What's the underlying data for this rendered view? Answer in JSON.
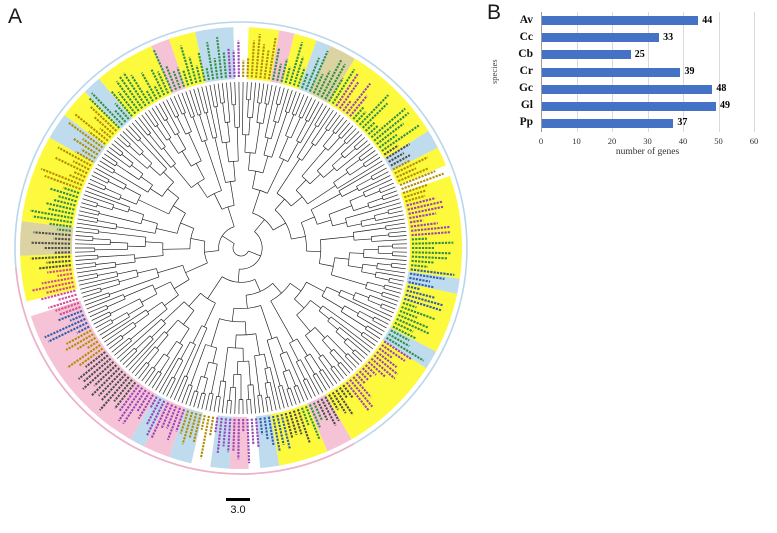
{
  "panels": {
    "a": {
      "label": "A",
      "scale_bar_label": "3.0"
    },
    "b": {
      "label": "B"
    }
  },
  "chart_data": {
    "type": "bar",
    "orientation": "horizontal",
    "title": "",
    "categories": [
      "Av",
      "Cc",
      "Cb",
      "Cr",
      "Gc",
      "Gl",
      "Pp"
    ],
    "values": [
      44,
      33,
      25,
      39,
      48,
      49,
      37
    ],
    "xlabel": "number of genes",
    "ylabel": "species",
    "xlim": [
      0,
      60
    ],
    "xticks": [
      0,
      10,
      20,
      30,
      40,
      50,
      60
    ],
    "bar_color": "#4472C4",
    "gridline_color": "#d9d9d9",
    "legend": "none",
    "grid": true
  },
  "tree_panel": {
    "branch_color": "#1a1a1a",
    "outer_circle_color": "#b9d7ec",
    "outer_arc_color": "#f2aec7",
    "ring_colors": {
      "yellow": "#fdf93c",
      "blue": "#bfdcee",
      "pink": "#f6c3d6",
      "tan": "#dcd3a2",
      "white": "#ffffff"
    },
    "label_palette": [
      "#2f8f46",
      "#e2820a",
      "#2f5fae",
      "#9a43b8",
      "#b08d00",
      "#d44a92",
      "#4d4d4d"
    ],
    "ring_segments": [
      [
        0,
        2,
        "white"
      ],
      [
        2,
        10,
        "yellow"
      ],
      [
        10,
        14,
        "pink"
      ],
      [
        14,
        20,
        "yellow"
      ],
      [
        20,
        24,
        "blue"
      ],
      [
        24,
        31,
        "tan"
      ],
      [
        31,
        58,
        "yellow"
      ],
      [
        58,
        63,
        "blue"
      ],
      [
        63,
        68,
        "yellow"
      ],
      [
        68,
        71,
        "white"
      ],
      [
        71,
        98,
        "yellow"
      ],
      [
        98,
        102,
        "blue"
      ],
      [
        102,
        118,
        "yellow"
      ],
      [
        118,
        123,
        "blue"
      ],
      [
        123,
        150,
        "yellow"
      ],
      [
        150,
        157,
        "pink"
      ],
      [
        157,
        170,
        "yellow"
      ],
      [
        170,
        175,
        "blue"
      ],
      [
        175,
        178,
        "white"
      ],
      [
        178,
        183,
        "pink"
      ],
      [
        183,
        188,
        "blue"
      ],
      [
        188,
        193,
        "white"
      ],
      [
        193,
        199,
        "blue"
      ],
      [
        199,
        206,
        "pink"
      ],
      [
        206,
        210,
        "blue"
      ],
      [
        210,
        252,
        "pink"
      ],
      [
        252,
        256,
        "white"
      ],
      [
        256,
        268,
        "yellow"
      ],
      [
        268,
        277,
        "tan"
      ],
      [
        277,
        300,
        "yellow"
      ],
      [
        300,
        307,
        "blue"
      ],
      [
        307,
        315,
        "yellow"
      ],
      [
        315,
        320,
        "blue"
      ],
      [
        320,
        336,
        "yellow"
      ],
      [
        336,
        341,
        "pink"
      ],
      [
        341,
        348,
        "yellow"
      ],
      [
        348,
        358,
        "blue"
      ],
      [
        358,
        360,
        "white"
      ]
    ]
  }
}
